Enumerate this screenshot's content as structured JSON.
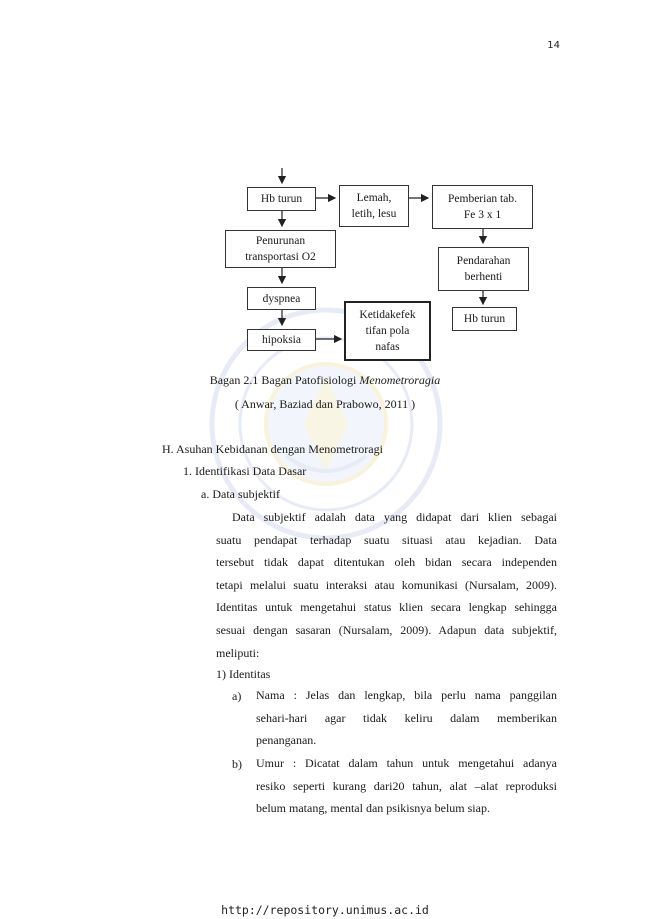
{
  "page_number": "14",
  "diagram": {
    "boxes": {
      "hb_turun": "Hb turun",
      "lemah_line1": "Lemah,",
      "lemah_line2": "letih, lesu",
      "pemberian_line1": "Pemberian tab.",
      "pemberian_line2": "Fe 3 x 1",
      "penurunan_line1": "Penurunan",
      "penurunan_line2": "transportasi O2",
      "pendarahan_line1": "Pendarahan",
      "pendarahan_line2": "berhenti",
      "dyspnea": "dyspnea",
      "ketidakefek_line1": "Ketidakefek",
      "ketidakefek_line2": "tifan pola",
      "ketidakefek_line3": "nafas",
      "hb_turun_2": "Hb turun",
      "hipoksia": "hipoksia"
    }
  },
  "caption": {
    "prefix": "Bagan 2.1 Bagan Patofisiologi ",
    "italic": "Menometroragia",
    "source": "( Anwar, Baziad dan Prabowo, 2011 )"
  },
  "section": {
    "heading": "H.  Asuhan Kebidanan dengan Menometroragi",
    "sub1": "1. Identifikasi Data Dasar",
    "sub_a": "a. Data subjektif",
    "paragraph_lines": [
      "Data subjektif adalah data yang didapat dari klien sebagai",
      "suatu pendapat terhadap suatu situasi atau kejadian. Data",
      "tersebut tidak dapat ditentukan oleh bidan secara independen",
      "tetapi melalui suatu interaksi atau komunikasi (Nursalam, 2009).",
      "Identitas untuk mengetahui status klien secara lengkap sehingga",
      "sesuai dengan sasaran (Nursalam, 2009). Adapun data subjektif,",
      "meliputi:"
    ],
    "identitas_heading": "1) Identitas",
    "items": [
      {
        "marker": "a)",
        "lines": [
          "Nama : Jelas dan lengkap, bila perlu nama panggilan",
          "sehari-hari agar tidak keliru dalam memberikan",
          "penanganan."
        ]
      },
      {
        "marker": "b)",
        "lines": [
          "Umur : Dicatat dalam tahun untuk mengetahui adanya",
          "resiko seperti kurang dari20 tahun, alat –alat reproduksi",
          "belum matang, mental dan psikisnya belum siap."
        ]
      }
    ]
  },
  "footer": "http://repository.unimus.ac.id"
}
